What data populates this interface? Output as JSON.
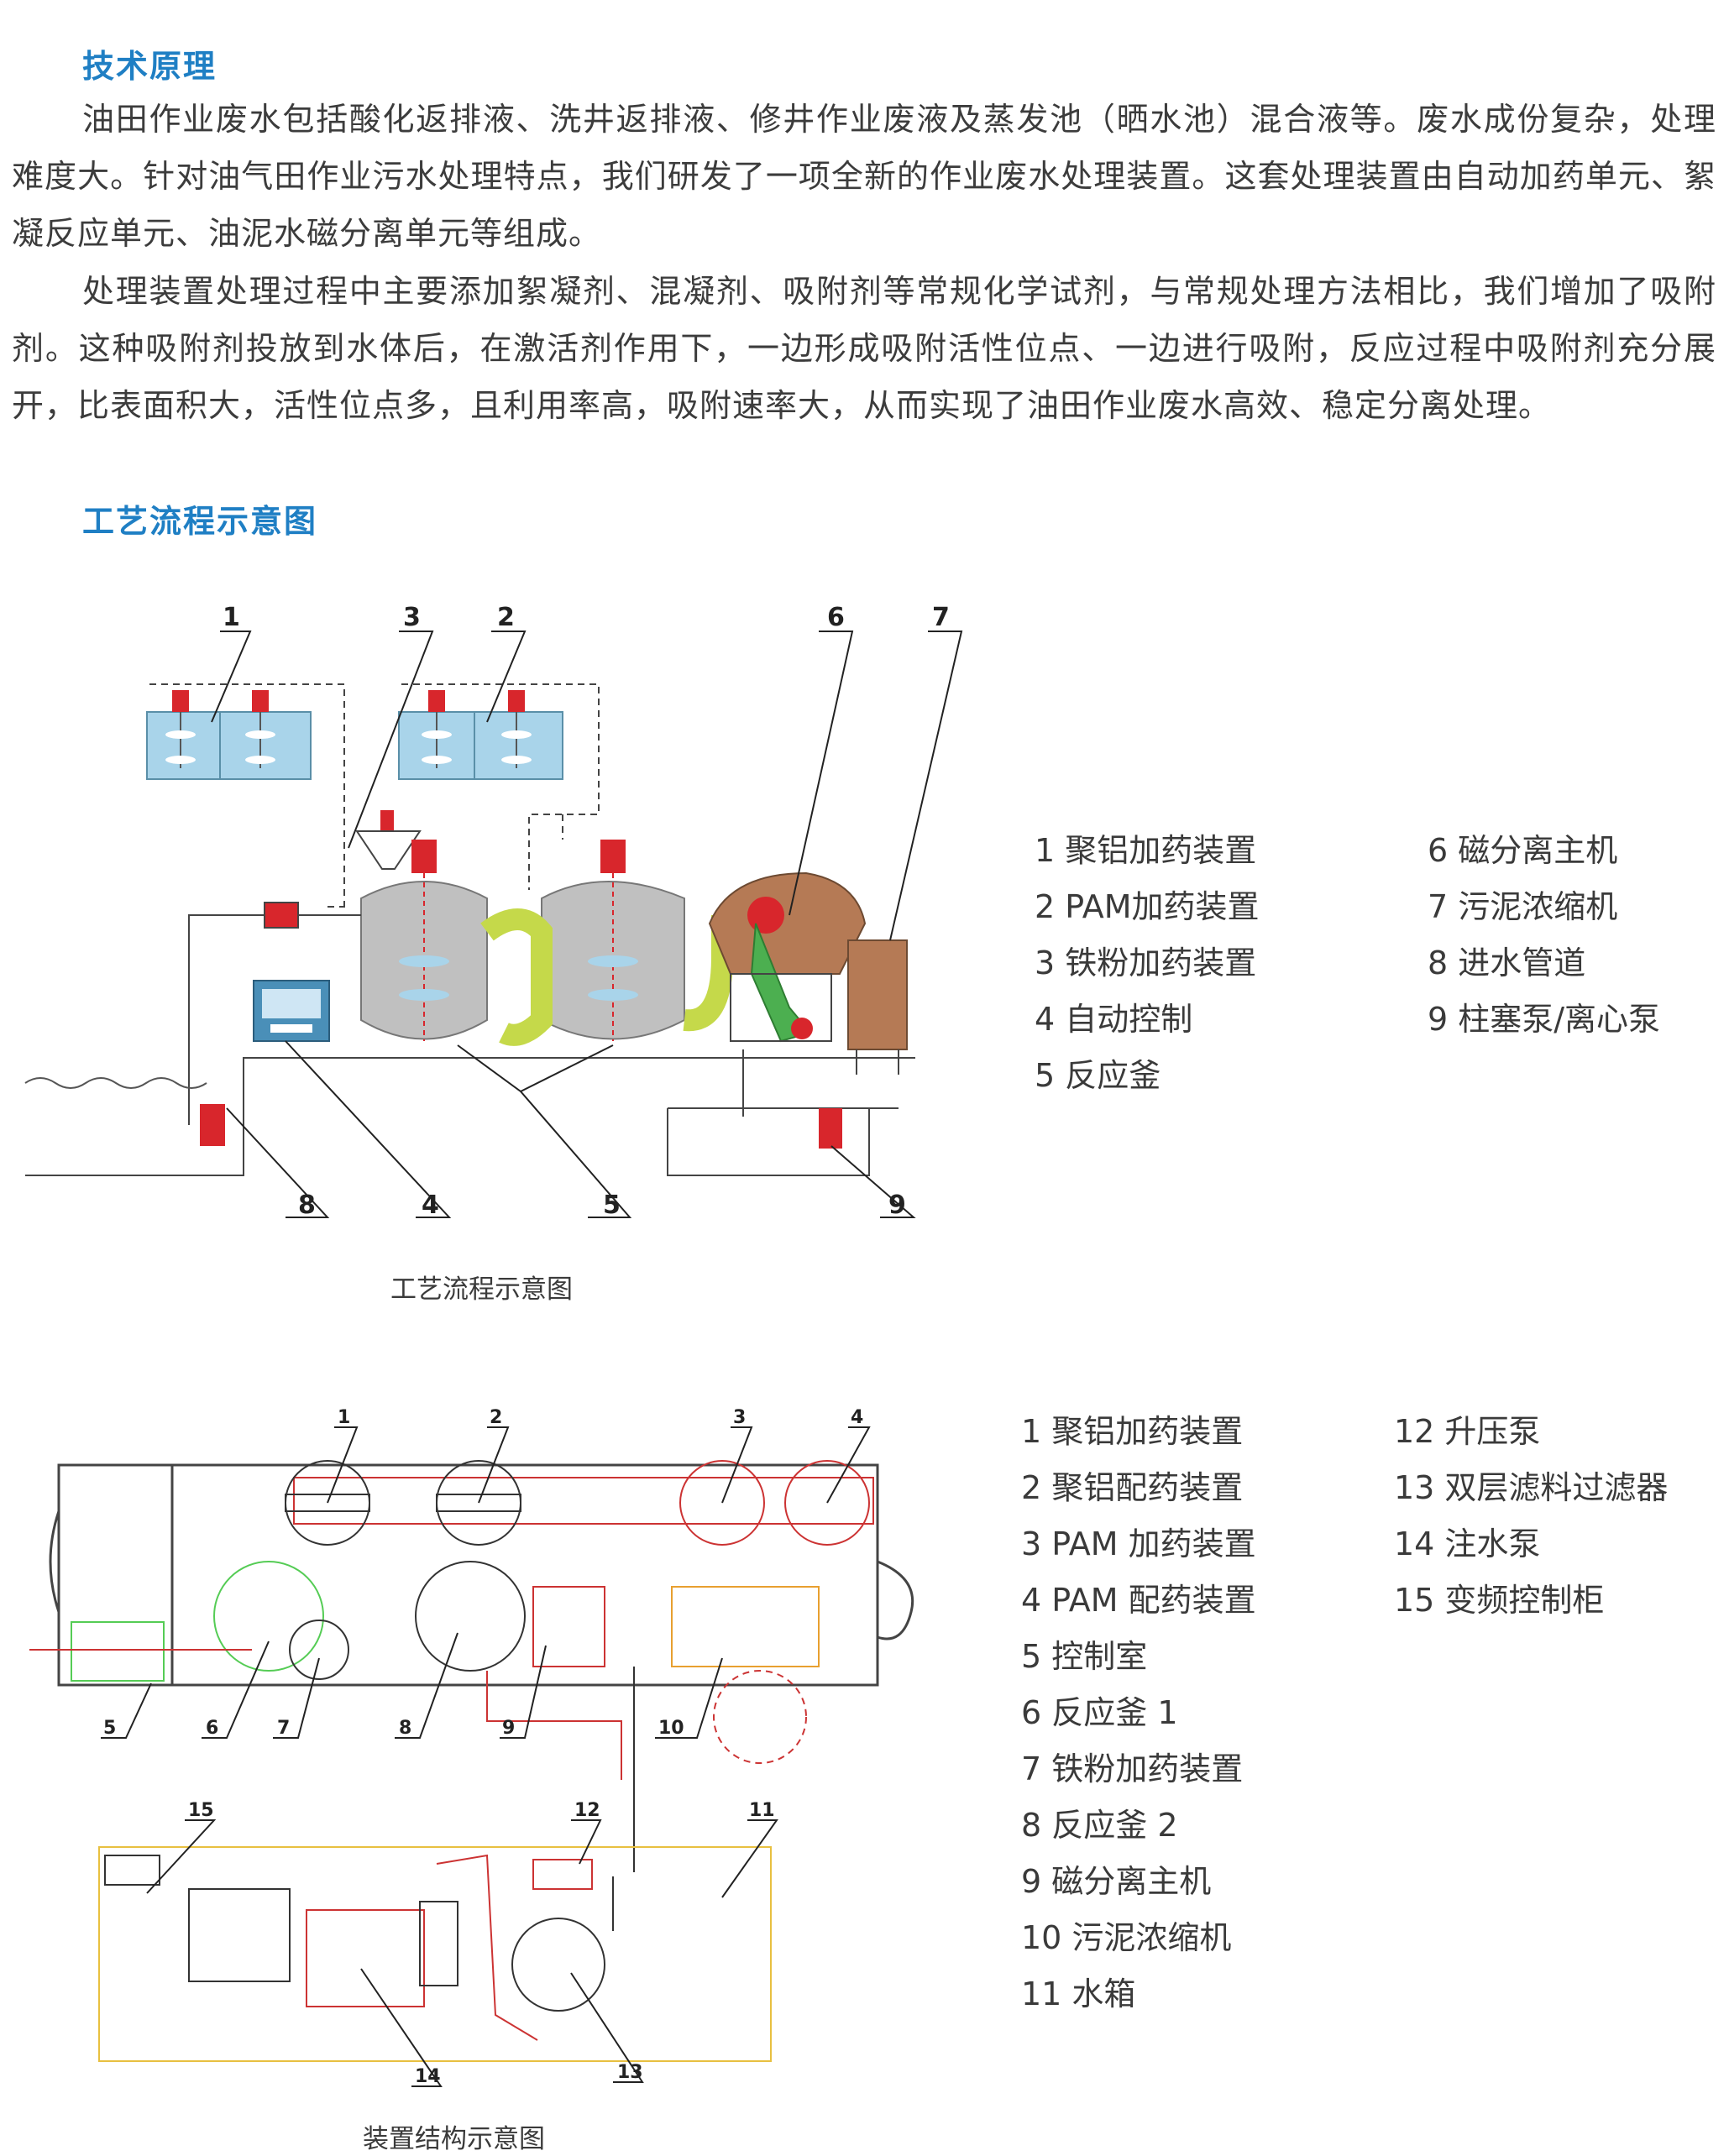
{
  "section1": {
    "title": "技术原理",
    "paragraphs": [
      "油田作业废水包括酸化返排液、洗井返排液、修井作业废液及蒸发池（晒水池）混合液等。废水成份复杂，处理难度大。针对油气田作业污水处理特点，我们研发了一项全新的作业废水处理装置。这套处理装置由自动加药单元、絮凝反应单元、油泥水磁分离单元等组成。",
      "处理装置处理过程中主要添加絮凝剂、混凝剂、吸附剂等常规化学试剂，与常规处理方法相比，我们增加了吸附剂。这种吸附剂投放到水体后，在激活剂作用下，一边形成吸附活性位点、一边进行吸附，反应过程中吸附剂充分展开，比表面积大，活性位点多，且利用率高，吸附速率大，从而实现了油田作业废水高效、稳定分离处理。"
    ]
  },
  "section2": {
    "title": "工艺流程示意图"
  },
  "diagram1": {
    "caption": "工艺流程示意图",
    "callouts": [
      "1",
      "3",
      "2",
      "6",
      "7",
      "8",
      "4",
      "5",
      "9"
    ],
    "legend_left": [
      "1 聚铝加药装置",
      "2 PAM加药装置",
      "3 铁粉加药装置",
      "4 自动控制",
      "5 反应釜"
    ],
    "legend_right": [
      "6 磁分离主机",
      "7 污泥浓缩机",
      "8 进水管道",
      "9 柱塞泵/离心泵"
    ]
  },
  "diagram2": {
    "caption": "装置结构示意图",
    "callouts": [
      "1",
      "2",
      "3",
      "4",
      "5",
      "6",
      "7",
      "8",
      "9",
      "10",
      "15",
      "12",
      "11",
      "14",
      "13"
    ],
    "legend_left": [
      "1 聚铝加药装置",
      "2 聚铝配药装置",
      "3 PAM 加药装置",
      "4 PAM 配药装置",
      "5 控制室",
      "6 反应釜 1",
      "7 铁粉加药装置",
      "8 反应釜 2",
      "9 磁分离主机",
      "10 污泥浓缩机",
      "11 水箱"
    ],
    "legend_right": [
      "12 升压泵",
      "13 双层滤料过滤器",
      "14 注水泵",
      "15 变频控制柜"
    ]
  },
  "colors": {
    "heading": "#1f7fc4",
    "tank": "#c0c0c0",
    "mixer_red": "#d8262c",
    "pipe_green": "#c5d94a",
    "sludge_brown": "#b57a55",
    "dosing_blue": "#a9d4ea"
  }
}
